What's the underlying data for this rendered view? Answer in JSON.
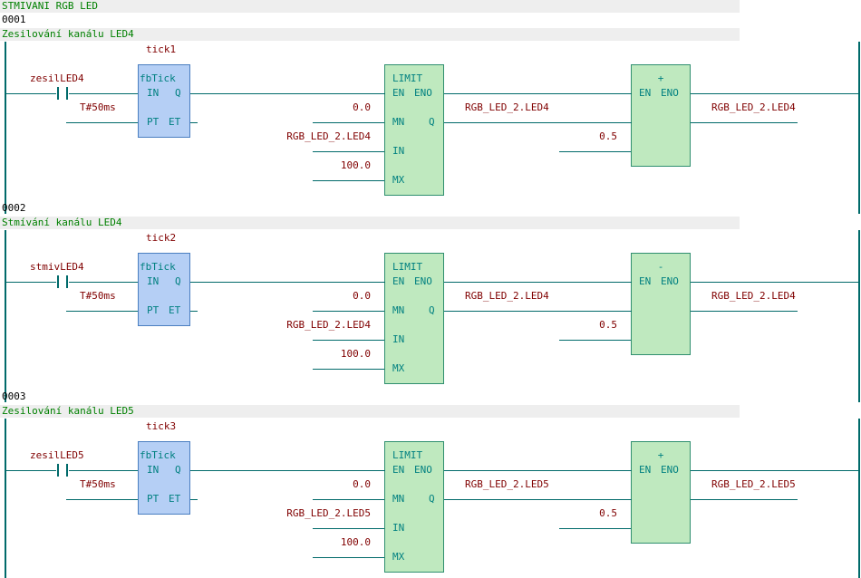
{
  "program_title": "STMIVANI RGB LED",
  "rungs": [
    {
      "number": "0001",
      "comment": "Zesilování kanálu LED4",
      "contact": "zesilLED4",
      "tick_instance": "tick1",
      "tick_block": {
        "name": "fbTick",
        "pin_in": "IN",
        "pin_q": "Q",
        "pin_pt": "PT",
        "pin_et": "ET"
      },
      "pt_value": "T#50ms",
      "limit_block": {
        "name": "LIMIT",
        "pin_en": "EN",
        "pin_eno": "ENO",
        "pin_mn": "MN",
        "pin_q": "Q",
        "pin_in": "IN",
        "pin_mx": "MX"
      },
      "mn_value": "0.0",
      "in_value": "RGB_LED_2.LED4",
      "mx_value": "100.0",
      "limit_output": "RGB_LED_2.LED4",
      "arith_block": {
        "op": "+",
        "pin_en": "EN",
        "pin_eno": "ENO"
      },
      "arith_value": "0.5",
      "arith_output": "RGB_LED_2.LED4"
    },
    {
      "number": "0002",
      "comment": "Stmívání kanálu LED4",
      "contact": "stmivLED4",
      "tick_instance": "tick2",
      "tick_block": {
        "name": "fbTick",
        "pin_in": "IN",
        "pin_q": "Q",
        "pin_pt": "PT",
        "pin_et": "ET"
      },
      "pt_value": "T#50ms",
      "limit_block": {
        "name": "LIMIT",
        "pin_en": "EN",
        "pin_eno": "ENO",
        "pin_mn": "MN",
        "pin_q": "Q",
        "pin_in": "IN",
        "pin_mx": "MX"
      },
      "mn_value": "0.0",
      "in_value": "RGB_LED_2.LED4",
      "mx_value": "100.0",
      "limit_output": "RGB_LED_2.LED4",
      "arith_block": {
        "op": "-",
        "pin_en": "EN",
        "pin_eno": "ENO"
      },
      "arith_value": "0.5",
      "arith_output": "RGB_LED_2.LED4"
    },
    {
      "number": "0003",
      "comment": "Zesilování kanálu LED5",
      "contact": "zesilLED5",
      "tick_instance": "tick3",
      "tick_block": {
        "name": "fbTick",
        "pin_in": "IN",
        "pin_q": "Q",
        "pin_pt": "PT",
        "pin_et": "ET"
      },
      "pt_value": "T#50ms",
      "limit_block": {
        "name": "LIMIT",
        "pin_en": "EN",
        "pin_eno": "ENO",
        "pin_mn": "MN",
        "pin_q": "Q",
        "pin_in": "IN",
        "pin_mx": "MX"
      },
      "mn_value": "0.0",
      "in_value": "RGB_LED_2.LED5",
      "mx_value": "100.0",
      "limit_output": "RGB_LED_2.LED5",
      "arith_block": {
        "op": "+",
        "pin_en": "EN",
        "pin_eno": "ENO"
      },
      "arith_value": "0.5",
      "arith_output": "RGB_LED_2.LED5"
    }
  ]
}
